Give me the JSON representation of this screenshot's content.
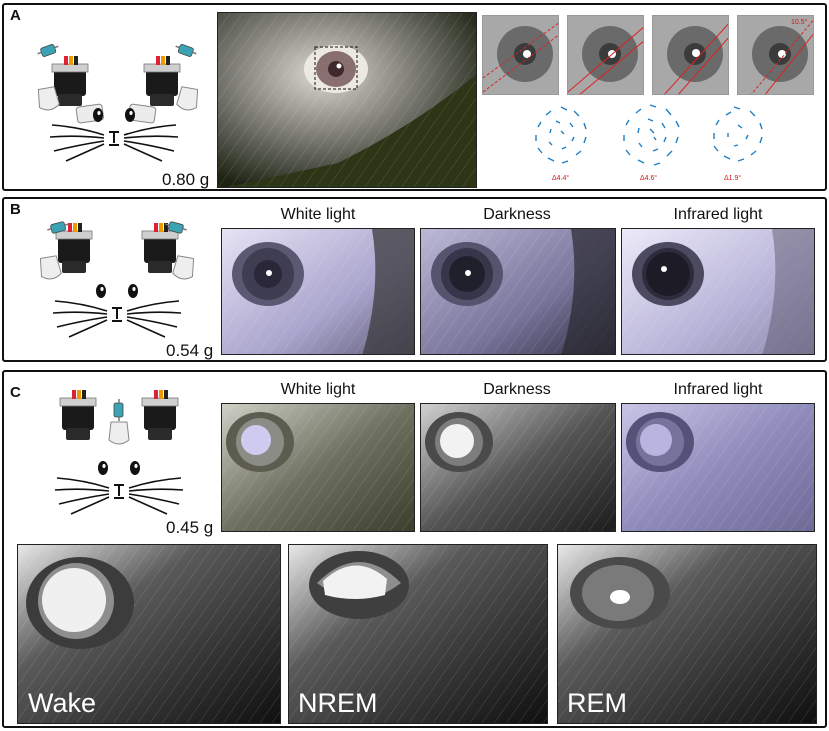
{
  "panels": {
    "a": {
      "label": "A",
      "weight": "0.80 g",
      "angle_label": "10.5°",
      "deltas": [
        "Δ4.4°",
        "Δ4.6°",
        "Δ1.9°"
      ]
    },
    "b": {
      "label": "B",
      "weight": "0.54 g",
      "columns": [
        "White light",
        "Darkness",
        "Infrared light"
      ]
    },
    "c": {
      "label": "C",
      "weight": "0.45 g",
      "columns": [
        "White light",
        "Darkness",
        "Infrared light"
      ],
      "states": [
        "Wake",
        "NREM",
        "REM"
      ]
    }
  },
  "colors": {
    "accent": "#e02020",
    "vector": "#1f7fc4",
    "frame": "#111111"
  },
  "icons": [
    "camera-assembly-icon",
    "mouse-face-icon"
  ]
}
